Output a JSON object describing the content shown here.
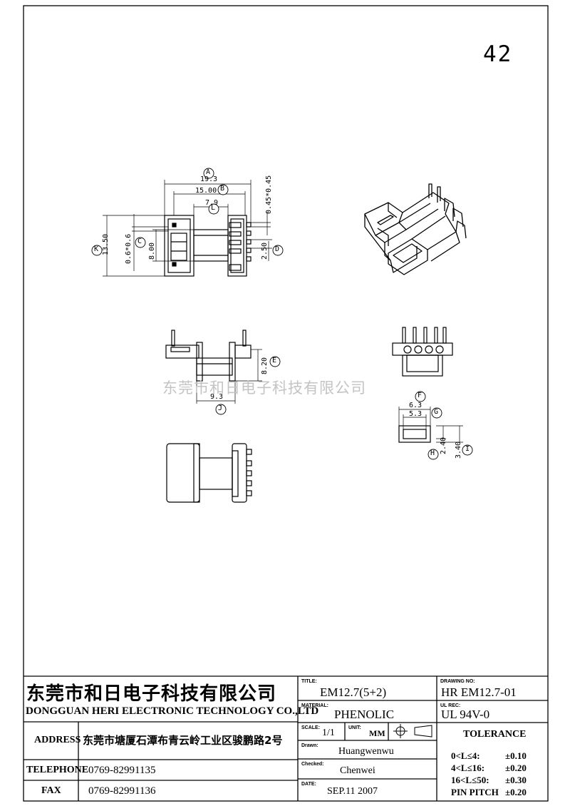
{
  "page_number": "42",
  "watermark": "东莞市和日电子科技有限公司",
  "drawing": {
    "top_view_dims": {
      "A": "19.3",
      "B": "15.00",
      "L": "7.9",
      "pin_top": "0.45*0.45",
      "K": "13.50",
      "C": "0.6*0.6",
      "mid": "8.00",
      "D": "2.50"
    },
    "side_view_dims": {
      "E": "8.20",
      "J": "9.3"
    },
    "detail_dims": {
      "F": "6.3",
      "G": "5.3",
      "H": "2.40",
      "I": "3.40"
    },
    "circle_labels": [
      "A",
      "B",
      "L",
      "K",
      "C",
      "D",
      "E",
      "J",
      "F",
      "G",
      "H",
      "I"
    ]
  },
  "title_block": {
    "company_cn": "东莞市和日电子科技有限公司",
    "company_en": "DONGGUAN HERI ELECTRONIC TECHNOLOGY CO.,LTD",
    "address_label": "ADDRESS",
    "address_value": "东莞市塘厦石潭布青云岭工业区骏鹏路2号",
    "telephone_label": "TELEPHONE",
    "telephone_value": "0769-82991135",
    "fax_label": "FAX",
    "fax_value": "0769-82991136",
    "title_label": "TITLE:",
    "title_value": "EM12.7(5+2)",
    "material_label": "MATERIAL:",
    "material_value": "PHENOLIC",
    "scale_label": "SCALE:",
    "scale_value": "1/1",
    "unit_label": "UNIT:",
    "unit_value": "MM",
    "drawn_label": "Drawn:",
    "drawn_value": "Huangwenwu",
    "checked_label": "Checked:",
    "checked_value": "Chenwei",
    "date_label": "DATE:",
    "date_value": "SEP.11 2007",
    "drawing_no_label": "DRAWING NO:",
    "drawing_no_value": "HR EM12.7-01",
    "ul_rec_label": "UL REC:",
    "ul_rec_value": "UL  94V-0",
    "tolerance_title": "TOLERANCE",
    "tolerances": [
      {
        "range": "0<L≤4:",
        "value": "±0.10"
      },
      {
        "range": "4<L≤16:",
        "value": "±0.20"
      },
      {
        "range": "16<L≤50:",
        "value": "±0.30"
      },
      {
        "range": "PIN PITCH",
        "value": "±0.20"
      }
    ]
  }
}
